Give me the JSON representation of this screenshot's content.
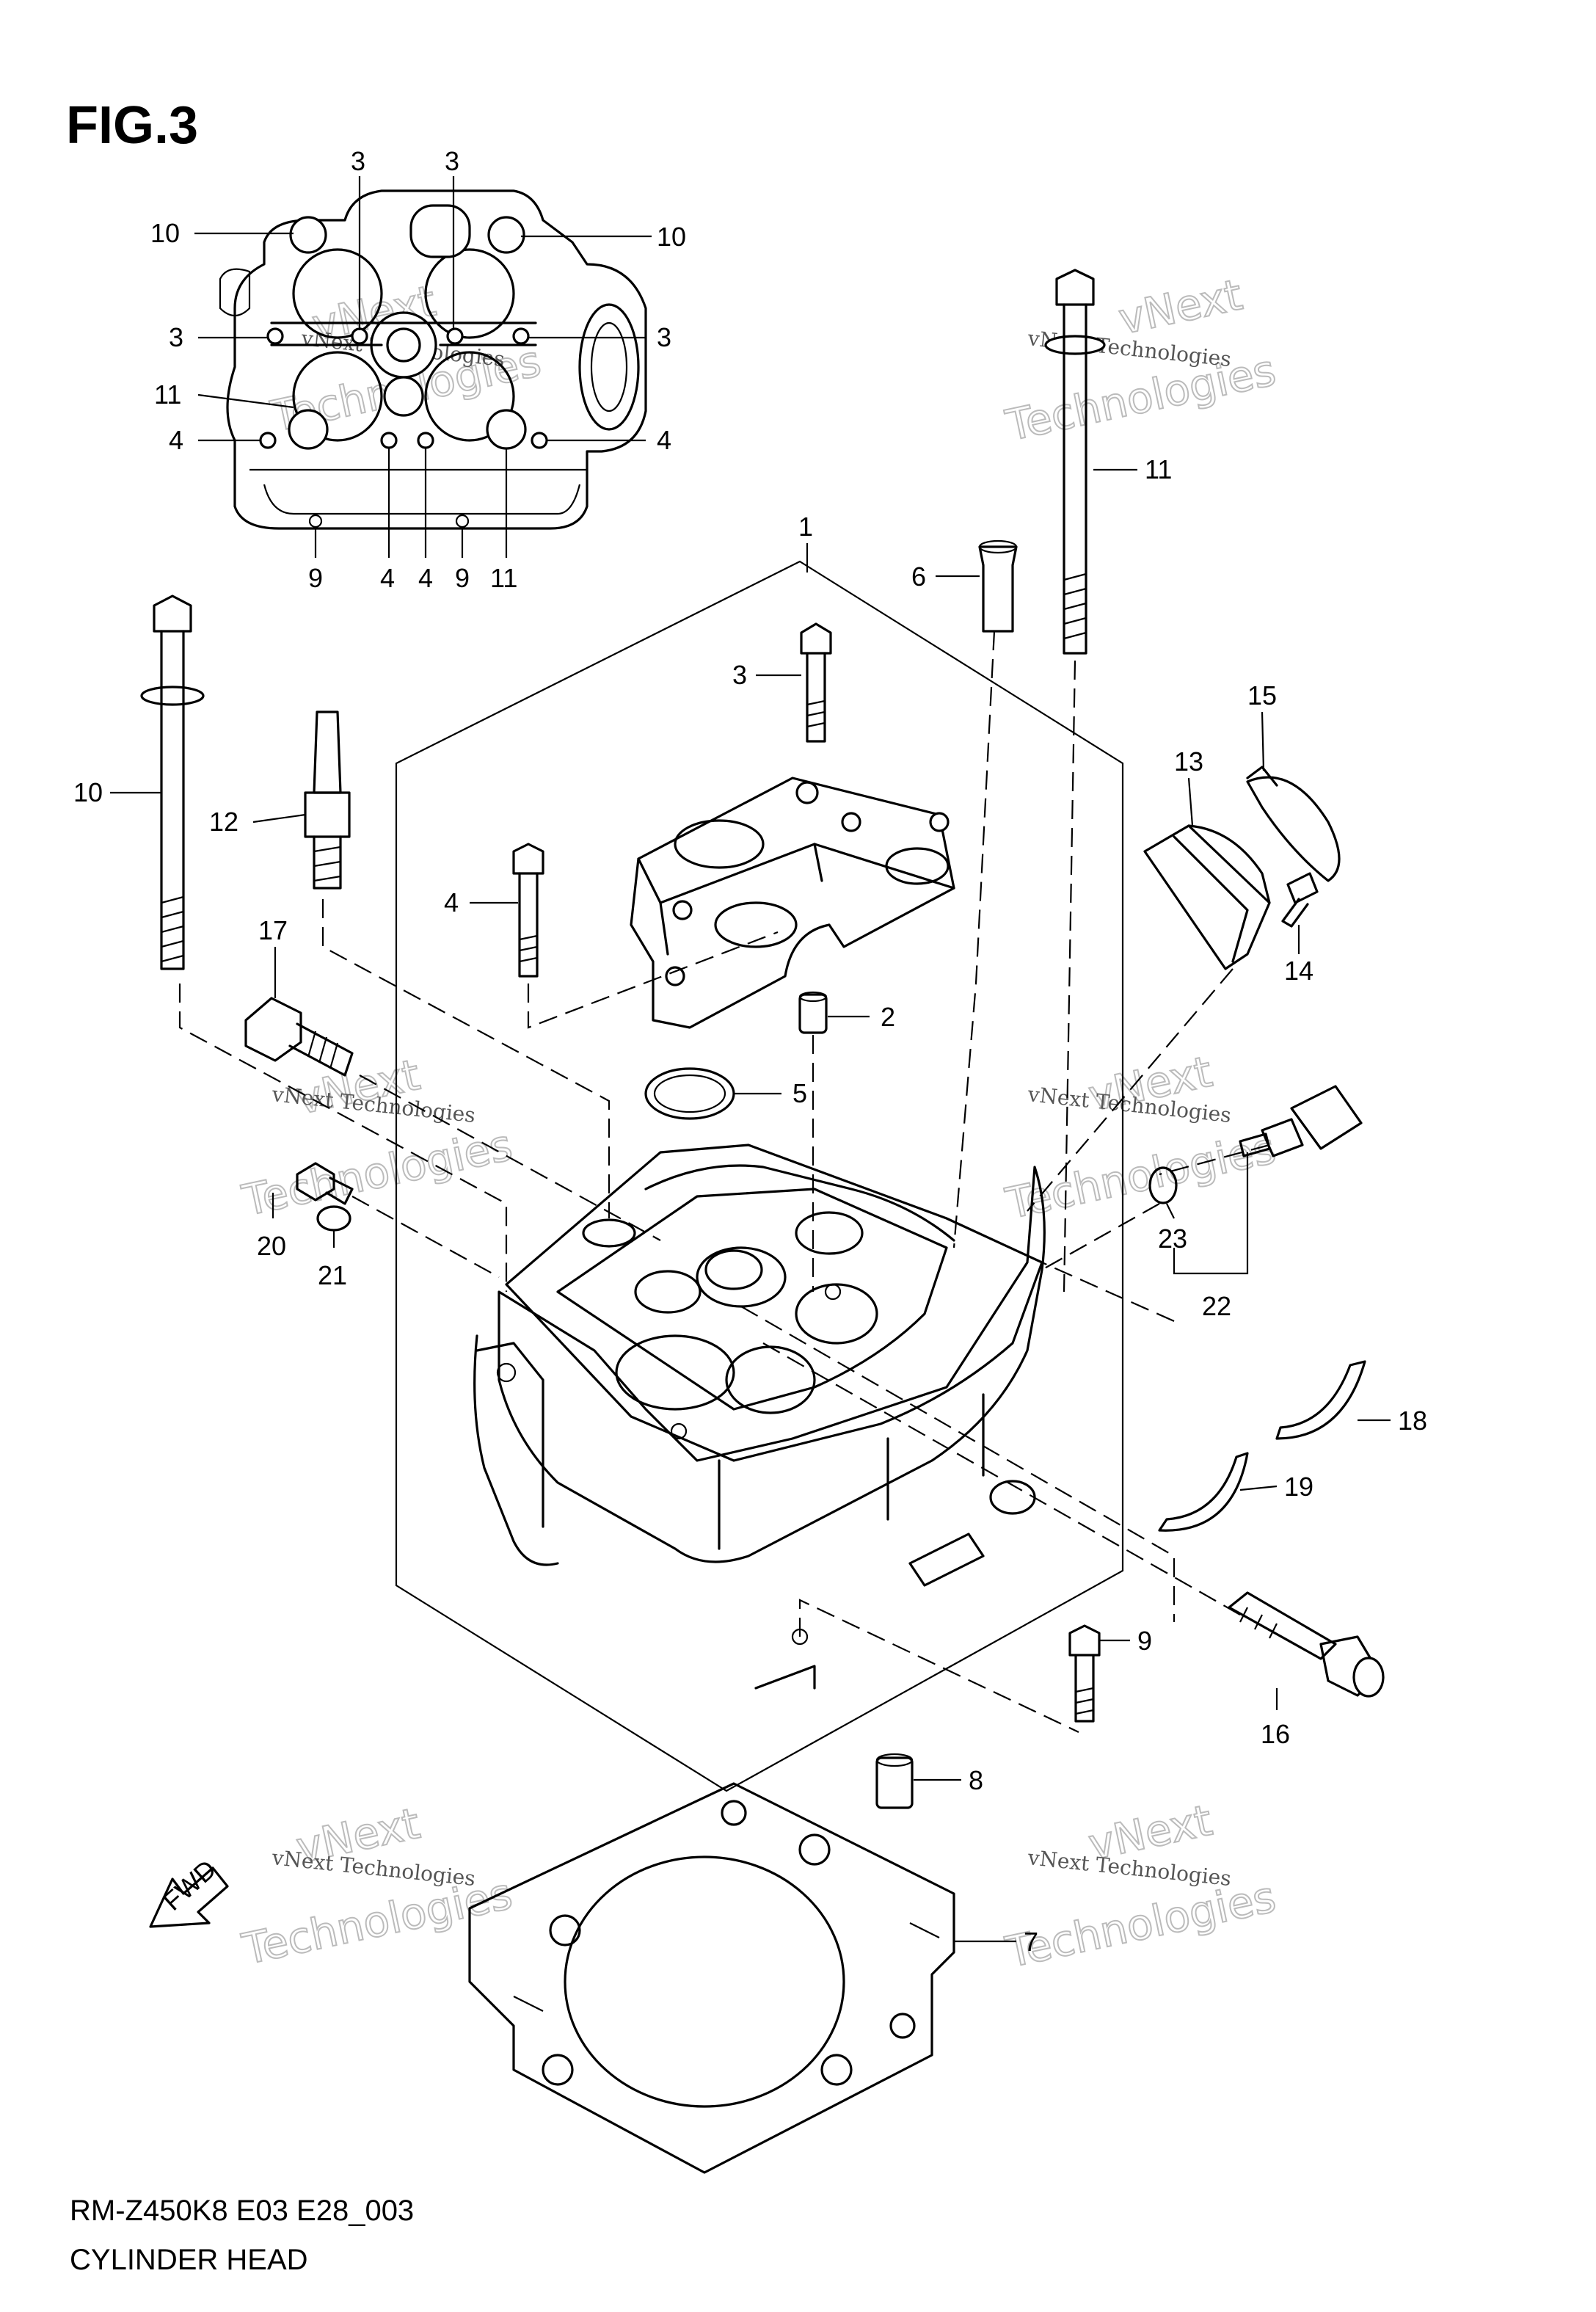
{
  "figure": {
    "title": "FIG.3",
    "model_code": "RM-Z450K8 E03 E28_003",
    "name": "CYLINDER HEAD"
  },
  "watermark": {
    "brand": "vNext",
    "company": "vNext Technologies",
    "big": "Technologies"
  },
  "fwd_label": "FWD",
  "top_view_callouts": [
    "3",
    "3",
    "10",
    "10",
    "3",
    "3",
    "11",
    "4",
    "4",
    "9",
    "4",
    "4",
    "9",
    "11"
  ],
  "main_callouts": [
    "1",
    "6",
    "11",
    "3",
    "15",
    "13",
    "10",
    "12",
    "4",
    "14",
    "17",
    "2",
    "5",
    "20",
    "21",
    "23",
    "22",
    "18",
    "19",
    "9",
    "16",
    "8",
    "7"
  ],
  "colors": {
    "ink": "#000000",
    "paper": "#ffffff",
    "watermark": "#bbbbbb"
  }
}
